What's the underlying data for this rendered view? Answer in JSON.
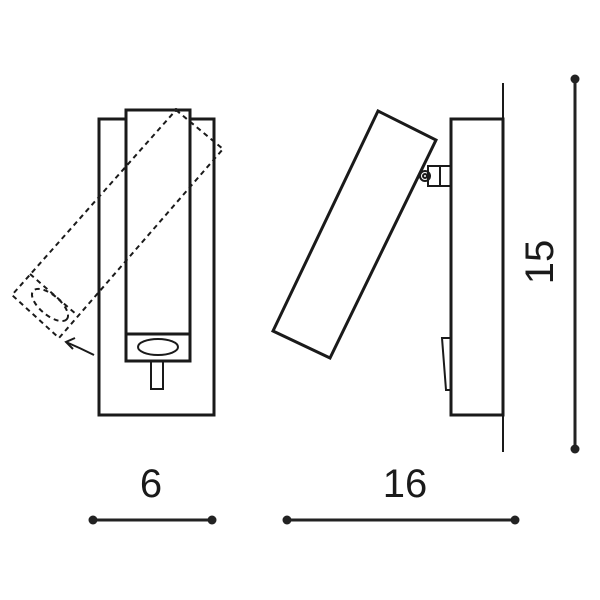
{
  "drawing": {
    "type": "technical-dimension-drawing",
    "subject": "wall reading lamp with adjustable arm",
    "views": [
      {
        "name": "front-view",
        "features": [
          "wall plate",
          "vertical lamp arm",
          "lens ellipse",
          "stem",
          "dashed rotated arm position",
          "rotation arrow"
        ]
      },
      {
        "name": "side-view",
        "features": [
          "wall line",
          "side plate",
          "tilted lamp arm",
          "hinge joint",
          "rocker switch"
        ]
      }
    ],
    "line_color": "#1a1a1a",
    "background": "#ffffff"
  },
  "dimensions": {
    "width": {
      "label": "6",
      "orientation": "horizontal"
    },
    "depth": {
      "label": "16",
      "orientation": "horizontal"
    },
    "height": {
      "label": "15",
      "orientation": "vertical"
    }
  }
}
